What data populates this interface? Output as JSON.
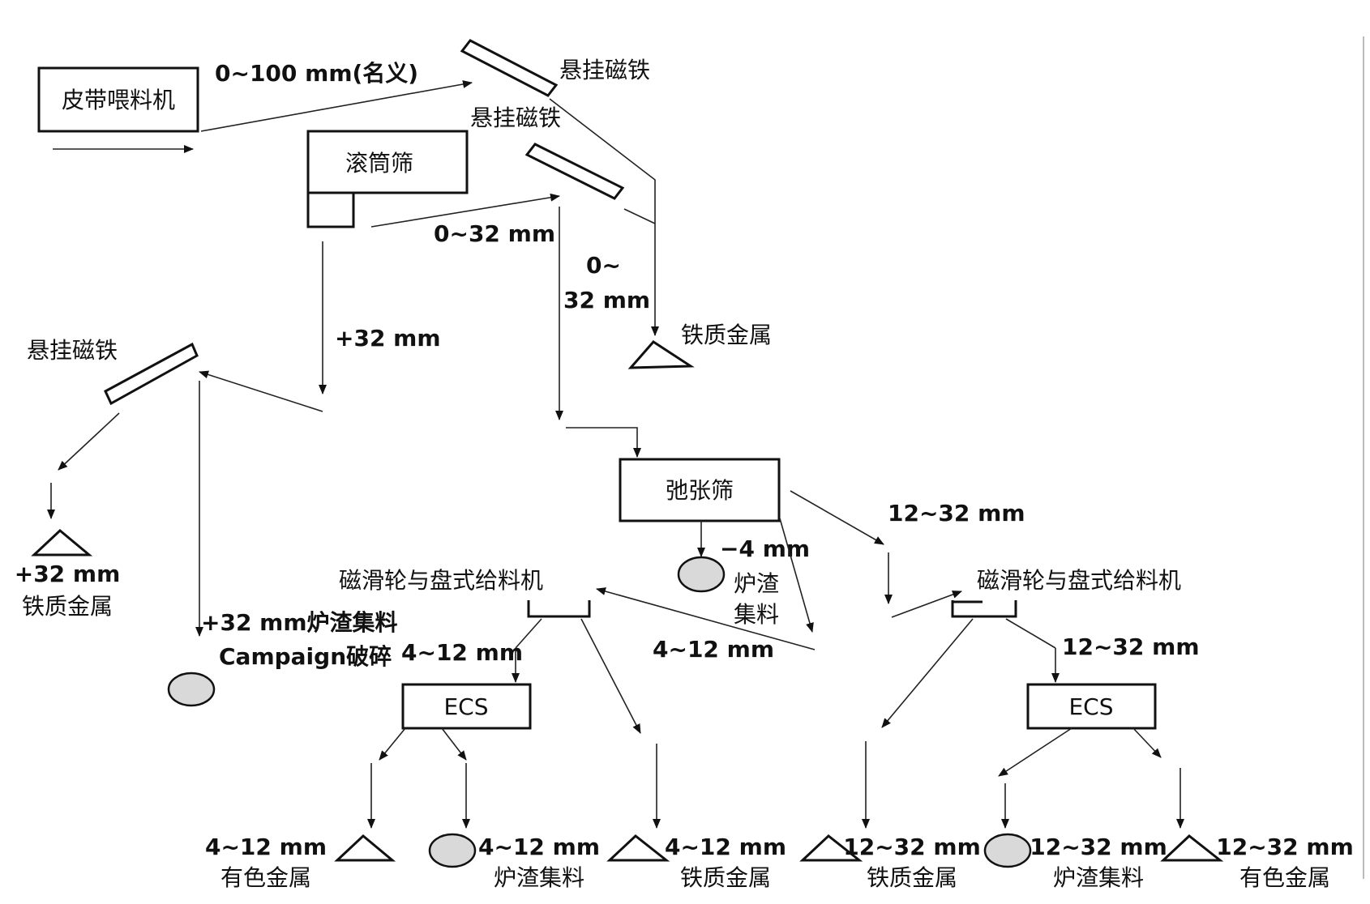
{
  "nodes": {
    "feeder": "皮带喂料机",
    "trommel": "滚筒筛",
    "relax_screen": "弛张筛",
    "ecs_left": "ECS",
    "ecs_right": "ECS",
    "mag1": "悬挂磁铁",
    "mag2": "悬挂磁铁",
    "mag3": "悬挂磁铁",
    "pulley_left": "磁滑轮与盘式给料机",
    "pulley_right": "磁滑轮与盘式给料机"
  },
  "edge_labels": {
    "feed_size": "0~100 mm(名义)",
    "trommel_under": "0~32 mm",
    "under_down_1": "0~",
    "under_down_2": "32 mm",
    "trommel_over": "+32 mm",
    "screen_fine": "−4 mm",
    "screen_mid": "4~12 mm",
    "screen_coarse": "12~32 mm",
    "pulley_left_out": "4~12 mm",
    "pulley_right_out": "12~32 mm"
  },
  "outputs": {
    "ferrous_top": "铁质金属",
    "ferrous_32_1": "+32 mm",
    "ferrous_32_2": "铁质金属",
    "slag_32_1": "+32 mm炉渣集料",
    "slag_32_2": "Campaign破碎",
    "fine_slag_2": "炉渣",
    "fine_slag_3": "集料",
    "o1_1": "4~12 mm",
    "o1_2": "有色金属",
    "o2_1": "4~12 mm",
    "o2_2": "炉渣集料",
    "o3_1": "4~12 mm",
    "o3_2": "铁质金属",
    "o4_1": "12~32 mm",
    "o4_2": "铁质金属",
    "o5_1": "12~32 mm",
    "o5_2": "炉渣集料",
    "o6_1": "12~32 mm",
    "o6_2": "有色金属"
  }
}
